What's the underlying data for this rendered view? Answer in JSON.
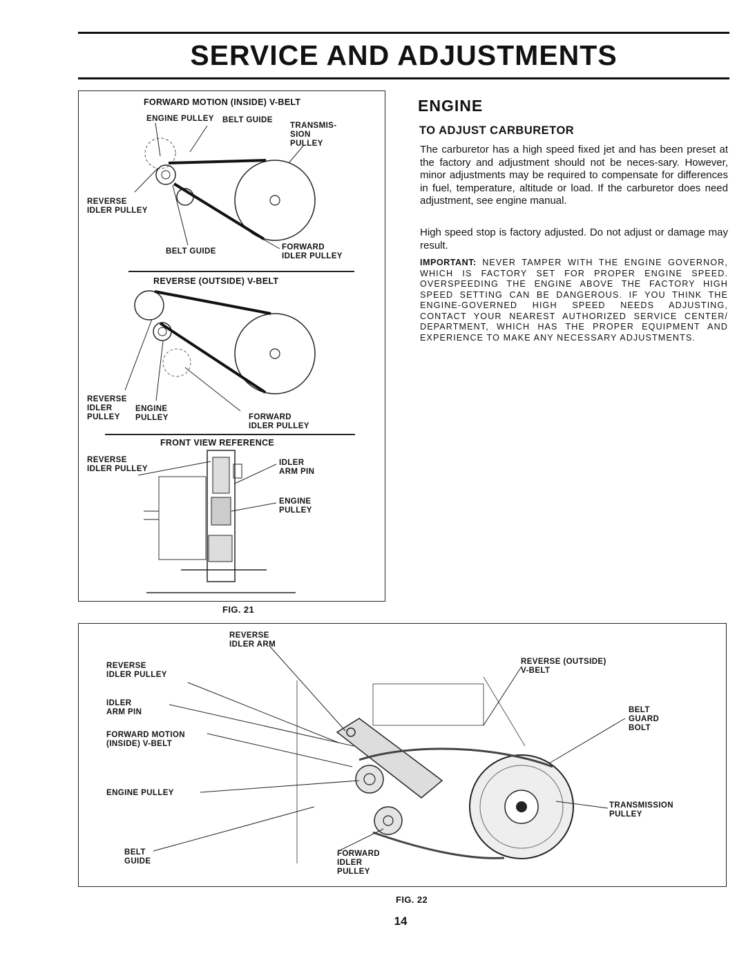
{
  "page": {
    "title": "SERVICE AND ADJUSTMENTS",
    "page_number": "14"
  },
  "fig21": {
    "caption": "FIG. 21",
    "forward_section": {
      "heading": "FORWARD MOTION (INSIDE) V-BELT",
      "engine_pulley": "ENGINE PULLEY",
      "belt_guide_top": "BELT GUIDE",
      "transmission_pulley": "TRANSMIS-\nSION\nPULLEY",
      "reverse_idler_pulley": "REVERSE\nIDLER PULLEY",
      "belt_guide_bottom": "BELT GUIDE",
      "forward_idler_pulley": "FORWARD\nIDLER PULLEY"
    },
    "reverse_section": {
      "heading": "REVERSE (OUTSIDE) V-BELT",
      "reverse_idler_pulley": "REVERSE\nIDLER\nPULLEY",
      "engine_pulley": "ENGINE\nPULLEY",
      "forward_idler_pulley": "FORWARD\nIDLER PULLEY"
    },
    "front_view": {
      "heading": "FRONT VIEW REFERENCE",
      "reverse_idler_pulley": "REVERSE\nIDLER PULLEY",
      "idler_arm_pin": "IDLER\nARM PIN",
      "engine_pulley": "ENGINE\nPULLEY"
    }
  },
  "engine_section": {
    "heading": "ENGINE",
    "subheading": "TO ADJUST CARBURETOR",
    "paragraph1": "The carburetor has a high speed fixed jet and has been preset at the factory and adjustment should not be neces-sary. However, minor adjustments may be required to compensate for differences in fuel, temperature, altitude or load. If the carburetor does need adjustment, see engine manual.",
    "paragraph2": "High speed stop is factory adjusted. Do not adjust or damage may result.",
    "important_label": "IMPORTANT:",
    "important_text": " NEVER TAMPER WITH THE ENGINE GOVERNOR, WHICH IS FACTORY SET FOR PROPER ENGINE SPEED. OVERSPEEDING THE ENGINE ABOVE THE FACTORY HIGH SPEED SETTING CAN BE DANGEROUS. IF YOU THINK THE ENGINE-GOVERNED HIGH SPEED NEEDS ADJUSTING, CONTACT YOUR NEAREST AUTHORIZED SERVICE CENTER/ DEPARTMENT, WHICH HAS THE PROPER EQUIPMENT AND EXPERIENCE TO MAKE ANY NECESSARY ADJUSTMENTS."
  },
  "fig22": {
    "caption": "FIG. 22",
    "reverse_idler_arm": "REVERSE\nIDLER ARM",
    "reverse_idler_pulley": "REVERSE\nIDLER PULLEY",
    "idler_arm_pin": "IDLER\nARM PIN",
    "forward_motion_belt": "FORWARD MOTION\n(INSIDE) V-BELT",
    "engine_pulley": "ENGINE PULLEY",
    "belt_guide": "BELT\nGUIDE",
    "forward_idler_pulley": "FORWARD\nIDLER\nPULLEY",
    "reverse_outside_belt": "REVERSE (OUTSIDE)\nV-BELT",
    "belt_guard_bolt": "BELT\nGUARD\nBOLT",
    "transmission_pulley": "TRANSMISSION\nPULLEY"
  }
}
